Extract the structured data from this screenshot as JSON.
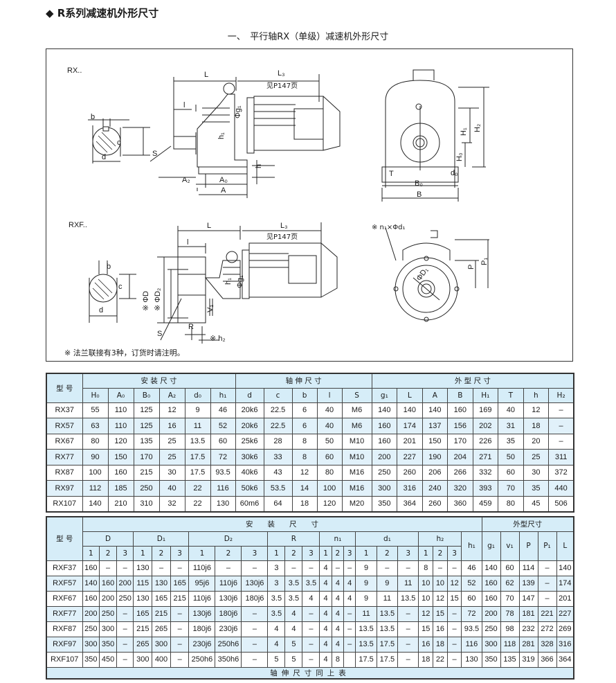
{
  "header": {
    "title": "◆ R系列减速机外形尺寸",
    "subtitle": "一、　平行轴RX（单级）减速机外形尺寸"
  },
  "drawing": {
    "rx": {
      "name": "RX..",
      "labels": {
        "L": "L",
        "L3": "L₃",
        "see_page": "见P147页",
        "l": "l",
        "S": "S",
        "g1": "Φg₁",
        "h1": "h₁",
        "h": "h",
        "A2": "A₂",
        "A0": "A₀",
        "A": "A",
        "b": "b",
        "c": "c",
        "d": "d",
        "H1": "H₁",
        "H2": "H₂",
        "H0": "H₀",
        "T": "T",
        "B0": "B₀",
        "d0": "d₀",
        "B": "B"
      }
    },
    "rxf": {
      "name": "RXF..",
      "labels": {
        "L": "L",
        "L3": "L₃",
        "see_page": "见P147页",
        "l": "l",
        "S": "S",
        "g1": "Φg₁",
        "h1": "h₁",
        "V1": "V₁",
        "R": "R",
        "h2": "※ h₂",
        "D": "※ ΦD",
        "D2": "※ ΦD₂",
        "b": "b",
        "c": "c",
        "d": "d",
        "n1d1": "※ n₁×Φd₁",
        "P": "P",
        "P1": "P₁",
        "D1": "ΦD₁"
      }
    },
    "note": "※ 法兰联接有3种，订货时请注明。"
  },
  "table_rx": {
    "model_header": "型 号",
    "groups": [
      {
        "label": "安 装 尺 寸",
        "span": 6
      },
      {
        "label": "轴 伸 尺 寸",
        "span": 5
      },
      {
        "label": "外 型 尺 寸",
        "span": 8
      }
    ],
    "columns": [
      "H₀",
      "A₀",
      "B₀",
      "A₂",
      "d₀",
      "h₁",
      "d",
      "c",
      "b",
      "l",
      "S",
      "g₁",
      "L",
      "A",
      "B",
      "H₁",
      "T",
      "h",
      "H₂"
    ],
    "rows": [
      [
        "RX37",
        "55",
        "110",
        "125",
        "12",
        "9",
        "46",
        "20k6",
        "22.5",
        "6",
        "40",
        "M6",
        "140",
        "140",
        "140",
        "160",
        "169",
        "40",
        "12",
        "–"
      ],
      [
        "RX57",
        "63",
        "110",
        "125",
        "16",
        "11",
        "52",
        "20k6",
        "22.5",
        "6",
        "40",
        "M6",
        "160",
        "174",
        "137",
        "156",
        "202",
        "31",
        "18",
        "–"
      ],
      [
        "RX67",
        "80",
        "120",
        "135",
        "25",
        "13.5",
        "60",
        "25k6",
        "28",
        "8",
        "50",
        "M10",
        "160",
        "201",
        "150",
        "170",
        "226",
        "35",
        "20",
        "–"
      ],
      [
        "RX77",
        "90",
        "150",
        "170",
        "25",
        "17.5",
        "72",
        "30k6",
        "33",
        "8",
        "60",
        "M10",
        "200",
        "227",
        "190",
        "204",
        "271",
        "50",
        "25",
        "311"
      ],
      [
        "RX87",
        "100",
        "160",
        "215",
        "30",
        "17.5",
        "93.5",
        "40k6",
        "43",
        "12",
        "80",
        "M16",
        "250",
        "260",
        "206",
        "266",
        "332",
        "60",
        "30",
        "372"
      ],
      [
        "RX97",
        "112",
        "185",
        "250",
        "40",
        "22",
        "116",
        "50k6",
        "53.5",
        "14",
        "100",
        "M16",
        "300",
        "316",
        "240",
        "320",
        "393",
        "70",
        "35",
        "440"
      ],
      [
        "RX107",
        "140",
        "210",
        "310",
        "32",
        "22",
        "130",
        "60m6",
        "64",
        "18",
        "120",
        "M20",
        "350",
        "364",
        "260",
        "360",
        "459",
        "80",
        "45",
        "506"
      ]
    ]
  },
  "table_rxf": {
    "model_header": "型 号",
    "install_header": "安　　装　　尺　　寸",
    "outer_header": "外型尺寸",
    "sub_groups": [
      "D",
      "D₁",
      "D₂",
      "R",
      "n₁",
      "d₁",
      "h₂"
    ],
    "variant_labels": [
      "1",
      "2",
      "3"
    ],
    "h1_header": "h₁",
    "outer_columns": [
      "g₁",
      "v₁",
      "P",
      "P₁",
      "L"
    ],
    "rows": [
      [
        "RXF37",
        "160",
        "–",
        "–",
        "130",
        "–",
        "–",
        "110j6",
        "–",
        "–",
        "3",
        "–",
        "–",
        "4",
        "–",
        "–",
        "9",
        "–",
        "–",
        "8",
        "–",
        "–",
        "46",
        "140",
        "60",
        "114",
        "–",
        "140"
      ],
      [
        "RXF57",
        "140",
        "160",
        "200",
        "115",
        "130",
        "165",
        "95j6",
        "110j6",
        "130j6",
        "3",
        "3.5",
        "3.5",
        "4",
        "4",
        "4",
        "9",
        "9",
        "11",
        "10",
        "10",
        "12",
        "52",
        "160",
        "62",
        "139",
        "–",
        "174"
      ],
      [
        "RXF67",
        "160",
        "200",
        "250",
        "130",
        "165",
        "215",
        "110j6",
        "130j6",
        "180j6",
        "3.5",
        "3.5",
        "4",
        "4",
        "4",
        "4",
        "9",
        "11",
        "13.5",
        "10",
        "12",
        "15",
        "60",
        "160",
        "70",
        "147",
        "–",
        "201"
      ],
      [
        "RXF77",
        "200",
        "250",
        "–",
        "165",
        "215",
        "–",
        "130j6",
        "180j6",
        "–",
        "3.5",
        "4",
        "–",
        "4",
        "4",
        "–",
        "11",
        "13.5",
        "–",
        "12",
        "15",
        "–",
        "72",
        "200",
        "78",
        "181",
        "221",
        "227"
      ],
      [
        "RXF87",
        "250",
        "300",
        "–",
        "215",
        "265",
        "–",
        "180j6",
        "230j6",
        "–",
        "4",
        "4",
        "–",
        "4",
        "4",
        "–",
        "13.5",
        "13.5",
        "–",
        "15",
        "16",
        "–",
        "93.5",
        "250",
        "98",
        "232",
        "272",
        "269"
      ],
      [
        "RXF97",
        "300",
        "350",
        "–",
        "265",
        "300",
        "–",
        "230j6",
        "250h6",
        "–",
        "4",
        "5",
        "–",
        "4",
        "4",
        "–",
        "13.5",
        "17.5",
        "–",
        "16",
        "18",
        "–",
        "116",
        "300",
        "118",
        "281",
        "328",
        "316"
      ],
      [
        "RXF107",
        "350",
        "450",
        "–",
        "300",
        "400",
        "–",
        "250h6",
        "350h6",
        "–",
        "5",
        "5",
        "–",
        "4",
        "8",
        "",
        "17.5",
        "17.5",
        "–",
        "18",
        "22",
        "–",
        "130",
        "350",
        "135",
        "319",
        "366",
        "364"
      ]
    ],
    "footer": "轴伸尺寸同上表"
  },
  "colors": {
    "header_bg": "#d6edf8",
    "alt_row_bg": "#e1f1fa",
    "border": "#333333"
  }
}
